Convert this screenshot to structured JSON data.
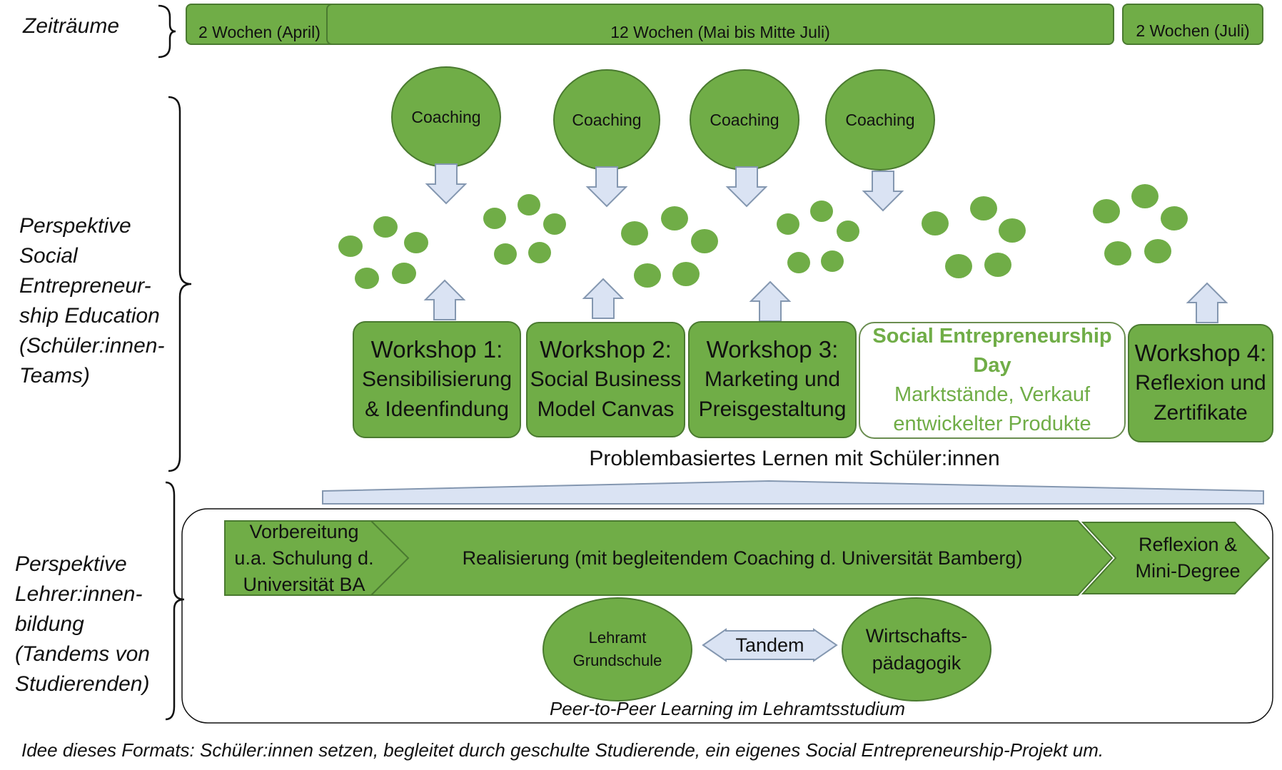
{
  "labels": {
    "zeitraeume": "Zeiträume",
    "perspektive_see": [
      "Perspektive",
      "Social",
      "Entrepreneur-",
      "ship Education",
      "(Schüler:innen-",
      "Teams)"
    ],
    "perspektive_lehrer": [
      "Perspektive",
      "Lehrer:innen-",
      "bildung",
      "(Tandems von",
      "Studierenden)"
    ]
  },
  "timeline": [
    "2 Wochen (April)",
    "12 Wochen (Mai bis Mitte Juli)",
    "2 Wochen (Juli)"
  ],
  "coaching": [
    "Coaching",
    "Coaching",
    "Coaching",
    "Coaching"
  ],
  "workshops": [
    {
      "title": "Workshop 1:",
      "lines": [
        "Sensibilisierung",
        "& Ideenfindung"
      ]
    },
    {
      "title": "Workshop 2:",
      "lines": [
        "Social Business",
        "Model Canvas"
      ]
    },
    {
      "title": "Workshop 3:",
      "lines": [
        "Marketing und",
        "Preisgestaltung"
      ]
    },
    {
      "title": "Social Entrepreneurship",
      "lines": [
        "Day",
        "Marktstände, Verkauf",
        "entwickelter Produkte"
      ]
    },
    {
      "title": "Workshop 4:",
      "lines": [
        "Reflexion und",
        "Zertifikate"
      ]
    }
  ],
  "pbl_caption": "Problembasiertes Lernen mit Schüler:innen",
  "process": {
    "prep": [
      "Vorbereitung",
      "u.a. Schulung d.",
      "Universität BA"
    ],
    "real": "Realisierung (mit begleitendem Coaching d. Universität Bamberg)",
    "refl": [
      "Reflexion &",
      "Mini-Degree"
    ]
  },
  "tandem": {
    "left": [
      "Lehramt",
      "Grundschule"
    ],
    "center": "Tandem",
    "right": [
      "Wirtschafts-",
      "pädagogik"
    ]
  },
  "peer_caption": "Peer-to-Peer Learning im Lehramtsstudium",
  "footer": "Idee dieses Formats: Schüler:innen setzen, begleitet durch geschulte Studierende, ein eigenes Social Entrepreneurship-Projekt um.",
  "colors": {
    "green": "#70ad47",
    "green_border": "#4a7a30",
    "arrow_fill": "#dae3f3",
    "arrow_stroke": "#8497b0"
  }
}
